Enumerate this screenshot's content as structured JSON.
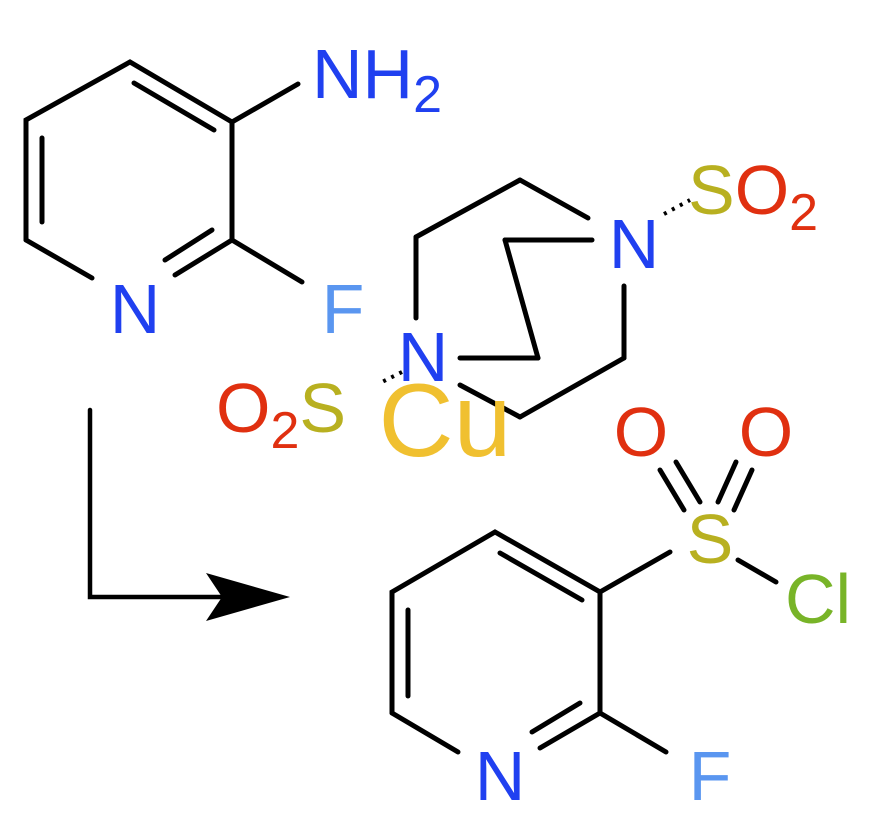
{
  "reactant": {
    "amine": {
      "main": "NH",
      "sub": "2"
    },
    "ring_n": "N",
    "fluoro": "F"
  },
  "reagent": {
    "n_top": "N",
    "n_bottom": "N",
    "so2_top": {
      "main": "SO",
      "sub": "2"
    },
    "so2_bottom": {
      "pre": "O",
      "sub": "2",
      "post": "S"
    },
    "metal": "Cu"
  },
  "product": {
    "o_left": "O",
    "o_right": "O",
    "sulfur": "S",
    "chloro": "Cl",
    "ring_n": "N",
    "fluoro": "F"
  },
  "colors": {
    "nitrogen": "#2040f0",
    "fluorine": "#5a96f0",
    "sulfur": "#b8b020",
    "oxygen": "#e03010",
    "chlorine": "#78b428",
    "copper": "#f0c030",
    "bond": "#000000"
  }
}
